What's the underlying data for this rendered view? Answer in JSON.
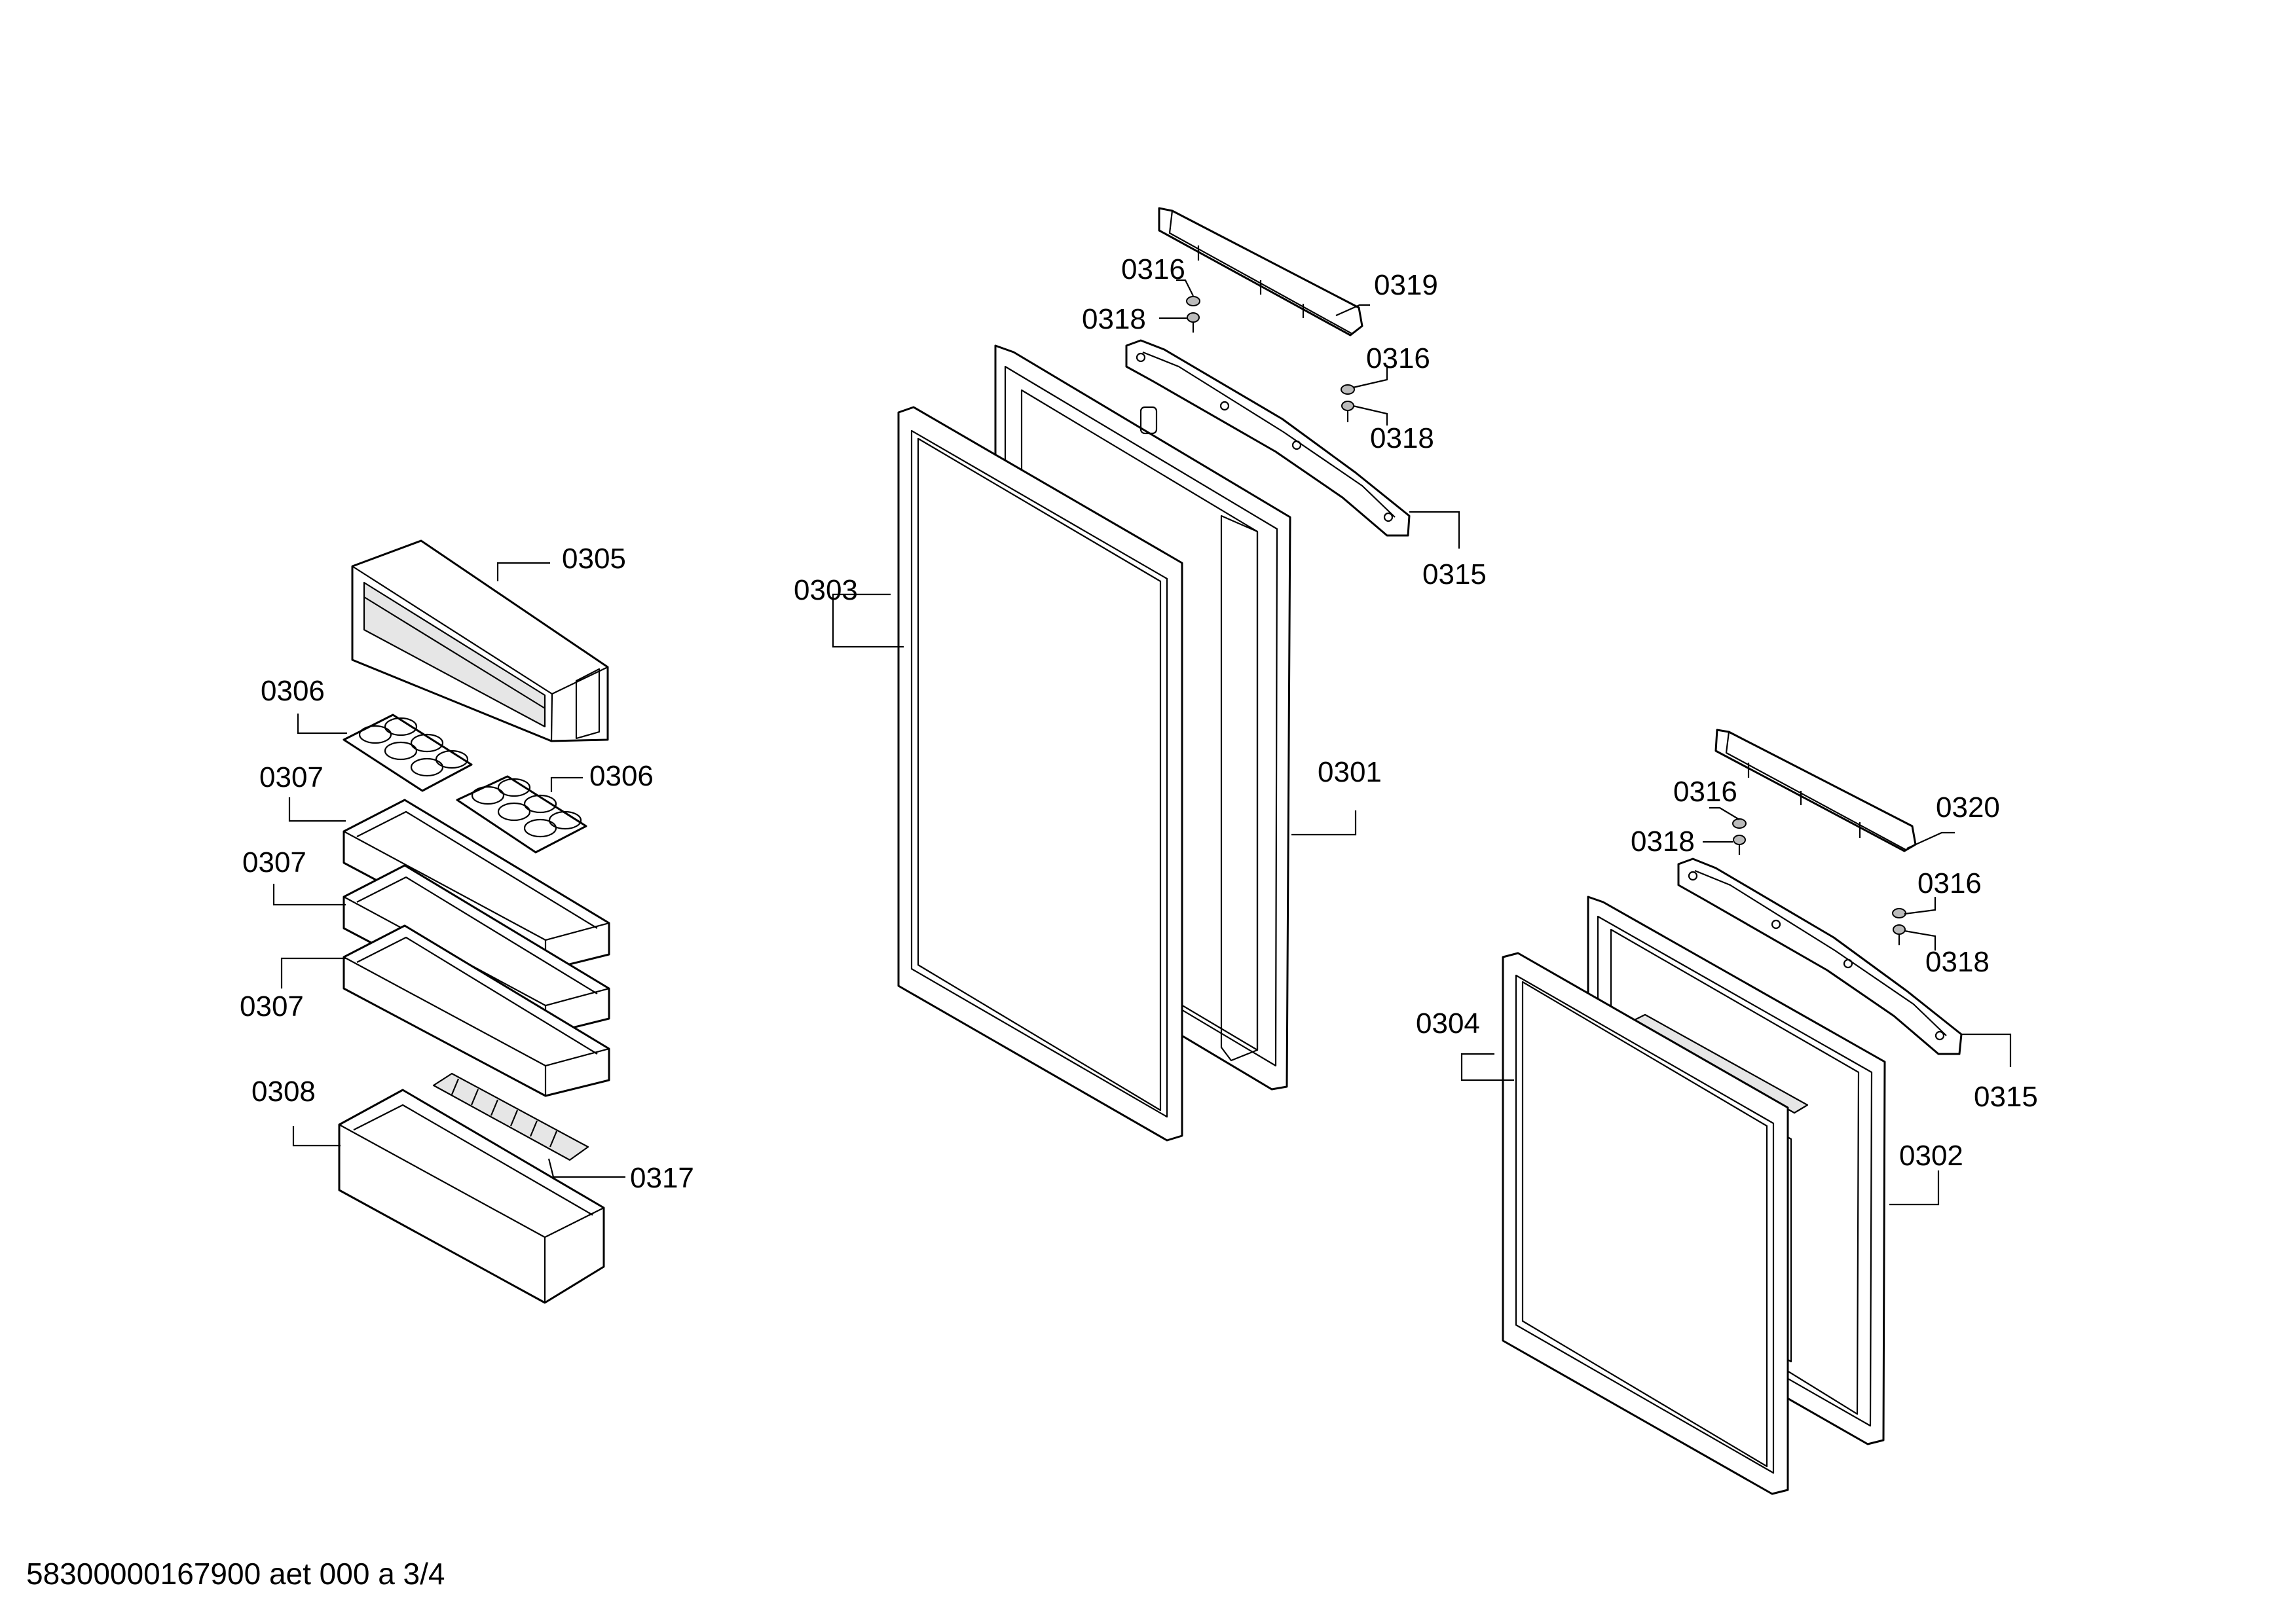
{
  "callouts": [
    {
      "id": "c0319",
      "text": "0319"
    },
    {
      "id": "c0316a",
      "text": "0316"
    },
    {
      "id": "c0318a",
      "text": "0318"
    },
    {
      "id": "c0316b",
      "text": "0316"
    },
    {
      "id": "c0318b",
      "text": "0318"
    },
    {
      "id": "c0315a",
      "text": "0315"
    },
    {
      "id": "c0305",
      "text": "0305"
    },
    {
      "id": "c0303",
      "text": "0303"
    },
    {
      "id": "c0306a",
      "text": "0306"
    },
    {
      "id": "c0306b",
      "text": "0306"
    },
    {
      "id": "c0307a",
      "text": "0307"
    },
    {
      "id": "c0307b",
      "text": "0307"
    },
    {
      "id": "c0307c",
      "text": "0307"
    },
    {
      "id": "c0301",
      "text": "0301"
    },
    {
      "id": "c0308",
      "text": "0308"
    },
    {
      "id": "c0317",
      "text": "0317"
    },
    {
      "id": "c0316c",
      "text": "0316"
    },
    {
      "id": "c0318c",
      "text": "0318"
    },
    {
      "id": "c0320",
      "text": "0320"
    },
    {
      "id": "c0316d",
      "text": "0316"
    },
    {
      "id": "c0318d",
      "text": "0318"
    },
    {
      "id": "c0304",
      "text": "0304"
    },
    {
      "id": "c0315b",
      "text": "0315"
    },
    {
      "id": "c0302",
      "text": "0302"
    }
  ],
  "footer": {
    "text": "58300000167900 aet 000 a 3/4"
  }
}
